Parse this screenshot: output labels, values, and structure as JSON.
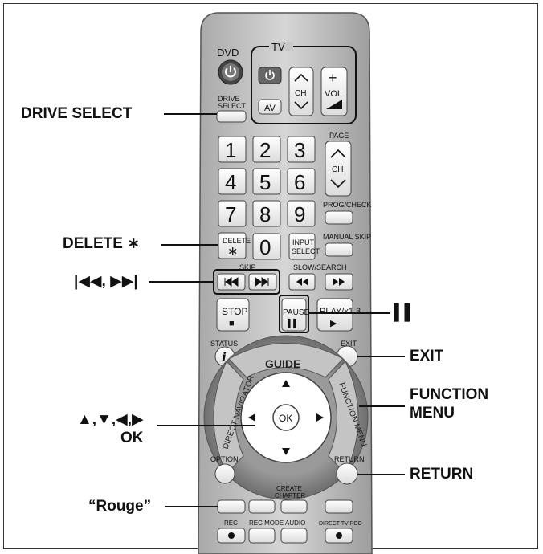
{
  "callouts": {
    "drive_select": "DRIVE SELECT",
    "delete": "DELETE ∗",
    "skip": "|◀◀, ▶▶|",
    "pause": "▌▌",
    "exit": "EXIT",
    "function_menu_1": "FUNCTION",
    "function_menu_2": "MENU",
    "arrows": "▲,▼,◀,▶",
    "ok": "OK",
    "return": "RETURN",
    "rouge": "“Rouge”"
  },
  "remote": {
    "dvd": "DVD",
    "tv": "TV",
    "av": "AV",
    "ch": "CH",
    "vol": "VOL",
    "drive_select_1": "DRIVE",
    "drive_select_2": "SELECT",
    "page": "PAGE",
    "digits": [
      "1",
      "2",
      "3",
      "4",
      "5",
      "6",
      "7",
      "8",
      "9",
      "0"
    ],
    "prog_check": "PROG/CHECK",
    "delete_1": "DELETE",
    "delete_star": "∗",
    "input_1": "INPUT",
    "input_2": "SELECT",
    "manual_skip": "MANUAL SKIP",
    "skip": "SKIP",
    "slow_search": "SLOW/SEARCH",
    "stop": "STOP",
    "stop_sym": "■",
    "pause": "PAUSE",
    "pause_sym": "▌▌",
    "play": "PLAY/x1.3",
    "play_sym": "▶",
    "status": "STATUS",
    "info": "i",
    "exit": "EXIT",
    "guide": "GUIDE",
    "direct_navigator": "DIRECT NAVIGATOR",
    "function_menu": "FUNCTION MENU",
    "ok": "OK",
    "option": "OPTION",
    "return": "RETURN",
    "create_1": "CREATE",
    "create_2": "CHAPTER",
    "rec": "REC",
    "rec_mode": "REC MODE",
    "audio": "AUDIO",
    "direct_tv_rec": "DIRECT TV REC"
  }
}
